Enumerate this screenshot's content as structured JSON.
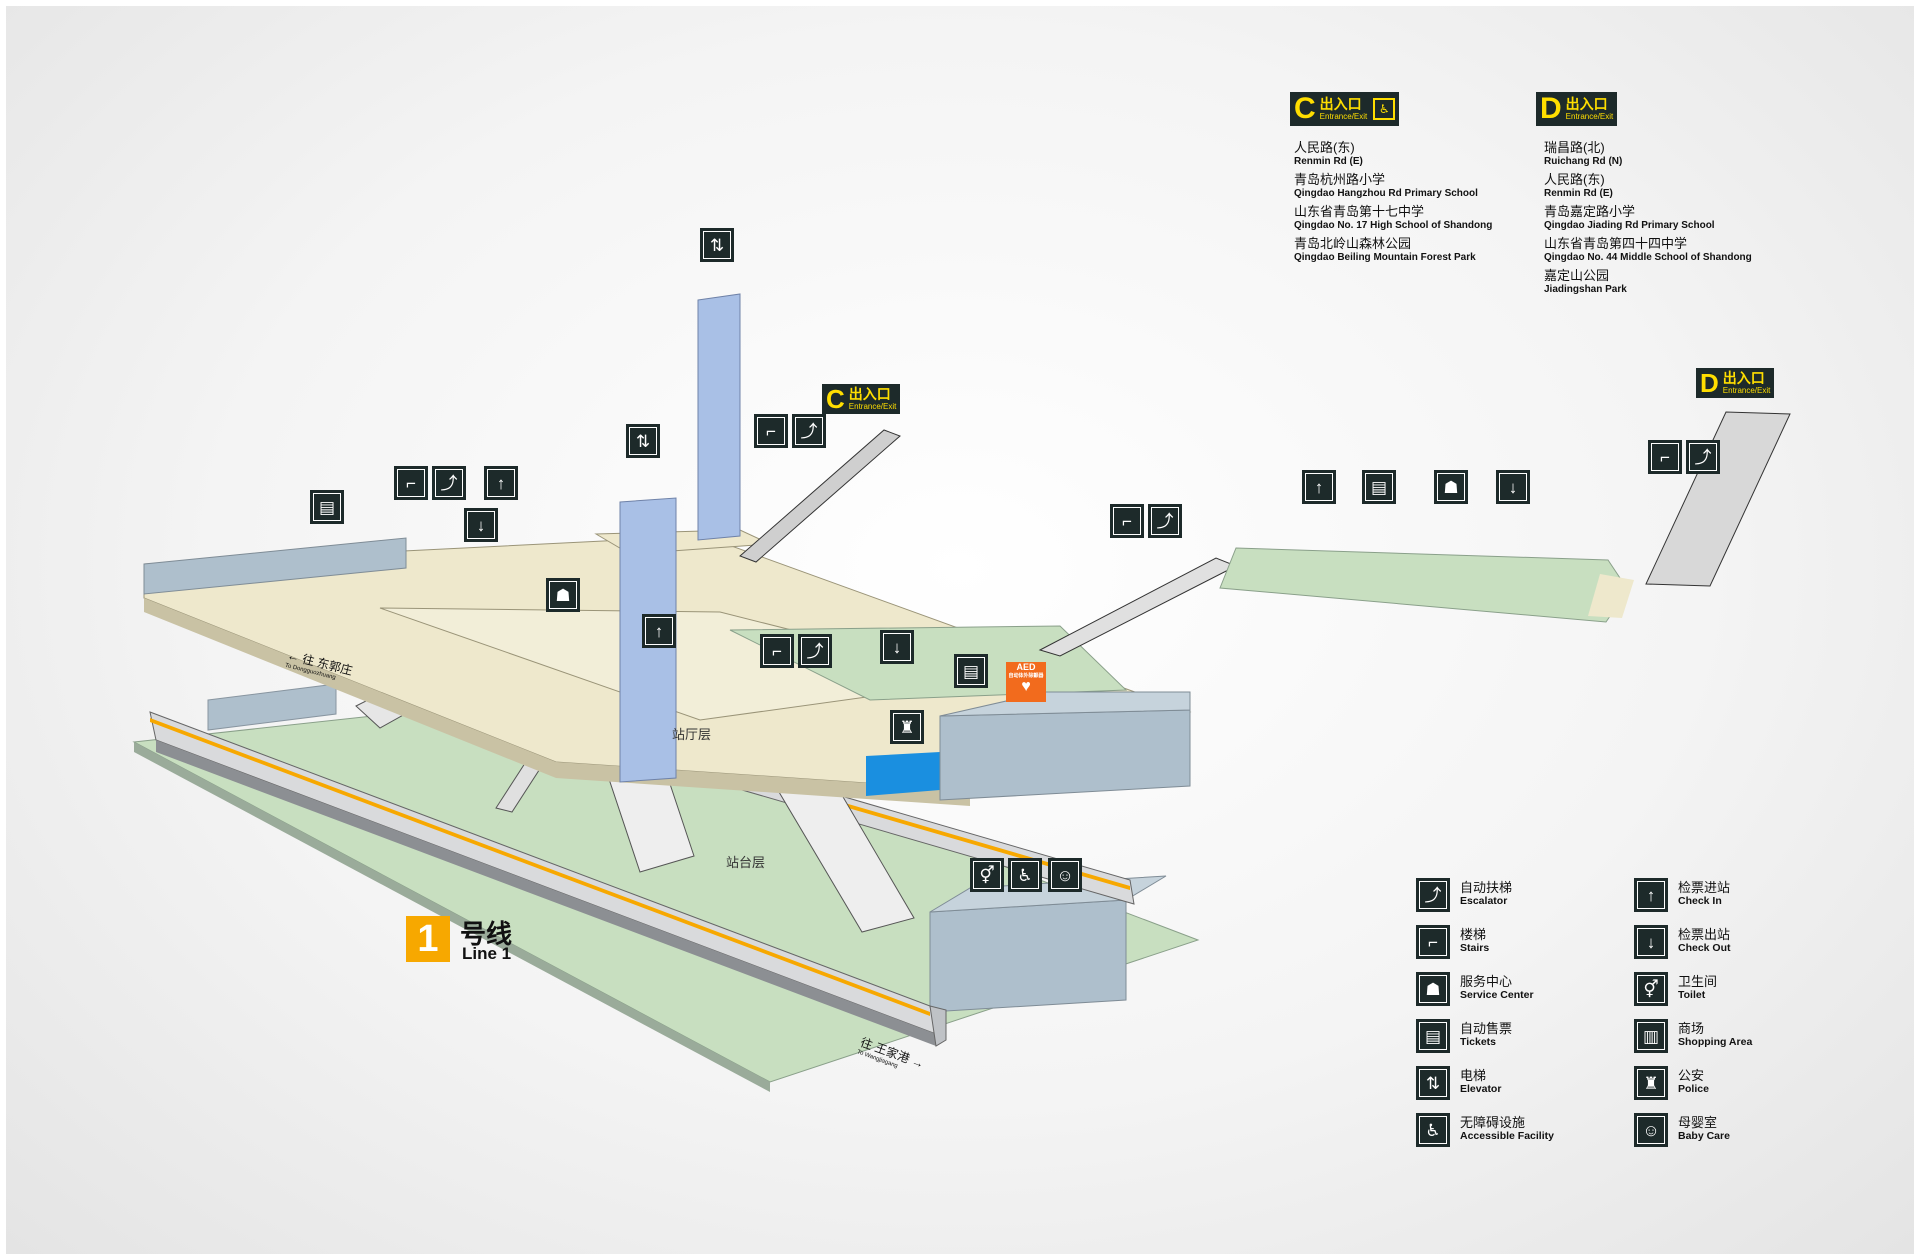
{
  "exits": {
    "c": {
      "letter": "C",
      "cn": "出入口",
      "en": "Entrance/Exit",
      "destinations": [
        {
          "cn": "人民路(东)",
          "en": "Renmin Rd (E)"
        },
        {
          "cn": "青岛杭州路小学",
          "en": "Qingdao Hangzhou Rd Primary School"
        },
        {
          "cn": "山东省青岛第十七中学",
          "en": "Qingdao No. 17 High School of Shandong"
        },
        {
          "cn": "青岛北岭山森林公园",
          "en": "Qingdao Beiling Mountain Forest Park"
        }
      ]
    },
    "d": {
      "letter": "D",
      "cn": "出入口",
      "en": "Entrance/Exit",
      "destinations": [
        {
          "cn": "瑞昌路(北)",
          "en": "Ruichang Rd (N)"
        },
        {
          "cn": "人民路(东)",
          "en": "Renmin Rd (E)"
        },
        {
          "cn": "青岛嘉定路小学",
          "en": "Qingdao Jiading Rd Primary School"
        },
        {
          "cn": "山东省青岛第四十四中学",
          "en": "Qingdao No. 44 Middle School of Shandong"
        },
        {
          "cn": "嘉定山公园",
          "en": "Jiadingshan Park"
        }
      ]
    }
  },
  "floors": {
    "concourse": "站厅层",
    "platform": "站台层"
  },
  "directions": {
    "west": {
      "cn": "往 东郭庄",
      "en": "To Dongguozhuang",
      "arrow": "←"
    },
    "east": {
      "cn": "往 王家港",
      "en": "To Wangjiagang",
      "arrow": "→"
    }
  },
  "line": {
    "number": "1",
    "cn": "号线",
    "en": "Line 1",
    "color": "#f7a800"
  },
  "aed": {
    "title": "AED",
    "sub": "自动体外除颤器"
  },
  "legend": [
    {
      "icon": "escalator-icon",
      "glyph": "⤴",
      "cn": "自动扶梯",
      "en": "Escalator"
    },
    {
      "icon": "check-in-icon",
      "glyph": "↑",
      "cn": "检票进站",
      "en": "Check In"
    },
    {
      "icon": "stairs-icon",
      "glyph": "⌐",
      "cn": "楼梯",
      "en": "Stairs"
    },
    {
      "icon": "check-out-icon",
      "glyph": "↓",
      "cn": "检票出站",
      "en": "Check Out"
    },
    {
      "icon": "service-center-icon",
      "glyph": "☗",
      "cn": "服务中心",
      "en": "Service Center"
    },
    {
      "icon": "toilet-icon",
      "glyph": "⚥",
      "cn": "卫生间",
      "en": "Toilet"
    },
    {
      "icon": "tickets-icon",
      "glyph": "▤",
      "cn": "自动售票",
      "en": "Tickets"
    },
    {
      "icon": "shopping-area-icon",
      "glyph": "▥",
      "cn": "商场",
      "en": "Shopping Area"
    },
    {
      "icon": "elevator-icon",
      "glyph": "⇅",
      "cn": "电梯",
      "en": "Elevator"
    },
    {
      "icon": "police-icon",
      "glyph": "♜",
      "cn": "公安",
      "en": "Police"
    },
    {
      "icon": "accessible-facility-icon",
      "glyph": "♿",
      "cn": "无障碍设施",
      "en": "Accessible Facility"
    },
    {
      "icon": "baby-care-icon",
      "glyph": "☺",
      "cn": "母婴室",
      "en": "Baby Care"
    }
  ],
  "colors": {
    "sign_bg": "#1d2a2a",
    "sign_text": "#ffde00",
    "concourse_floor": "#eee8cc",
    "platform_floor": "#c8dfc0",
    "elevator_shaft": "#a9c0e6",
    "wall": "#a9bac6",
    "aed": "#f26b1d",
    "blue_area": "#1a8fe0"
  }
}
